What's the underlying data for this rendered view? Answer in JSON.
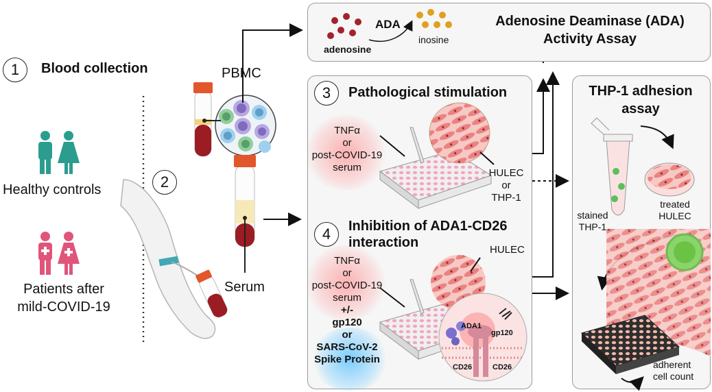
{
  "steps": {
    "blood_collection": {
      "number": "1",
      "title": "Blood collection"
    },
    "draw": {
      "number": "2"
    },
    "pathological": {
      "number": "3",
      "title": "Pathological stimulation"
    },
    "inhibition": {
      "number": "4",
      "title_line1": "Inhibition of ADA1-CD26",
      "title_line2": "interaction"
    }
  },
  "groups": {
    "healthy": "Healthy controls",
    "patients_line1": "Patients after",
    "patients_line2": "mild-COVID-19"
  },
  "samples": {
    "pbmc": "PBMC",
    "serum": "Serum"
  },
  "ada_assay": {
    "substrate": "adenosine",
    "enzyme": "ADA",
    "product": "inosine",
    "title_line1": "Adenosine Deaminase (ADA)",
    "title_line2": "Activity Assay"
  },
  "stimulation": {
    "tnf": "TNFα",
    "or": "or",
    "serum_line1": "post-COVID-19",
    "serum_line2": "serum",
    "cells_line1": "HULEC",
    "cells_line2": "or",
    "cells_line3": "THP-1"
  },
  "inhibition": {
    "tnf": "TNFα",
    "or": "or",
    "serum_line1": "post-COVID-19",
    "serum_line2": "serum",
    "plusminus": "+/-",
    "gp120": "gp120",
    "or2": "or",
    "spike_line1": "SARS-CoV-2",
    "spike_line2": "Spike Protein",
    "hulec": "HULEC",
    "ada1": "ADA1",
    "gp120_inset": "gp120",
    "cd26_left": "CD26",
    "cd26_right": "CD26"
  },
  "adhesion": {
    "title_line1": "THP-1 adhesion",
    "title_line2": "assay",
    "stained_line1": "stained",
    "stained_line2": "THP-1",
    "treated_line1": "treated",
    "treated_line2": "HULEC",
    "count_line1": "adherent",
    "count_line2": "cell count"
  },
  "colors": {
    "healthy": "#2a9d8f",
    "patient": "#e0557a",
    "blood": "#9b1c22",
    "cap": "#e2562b",
    "box_border": "#9a9a9a",
    "box_fill": "#f6f6f6",
    "adenosine_dot": "#a3222c",
    "inosine_dot": "#e0a020"
  }
}
